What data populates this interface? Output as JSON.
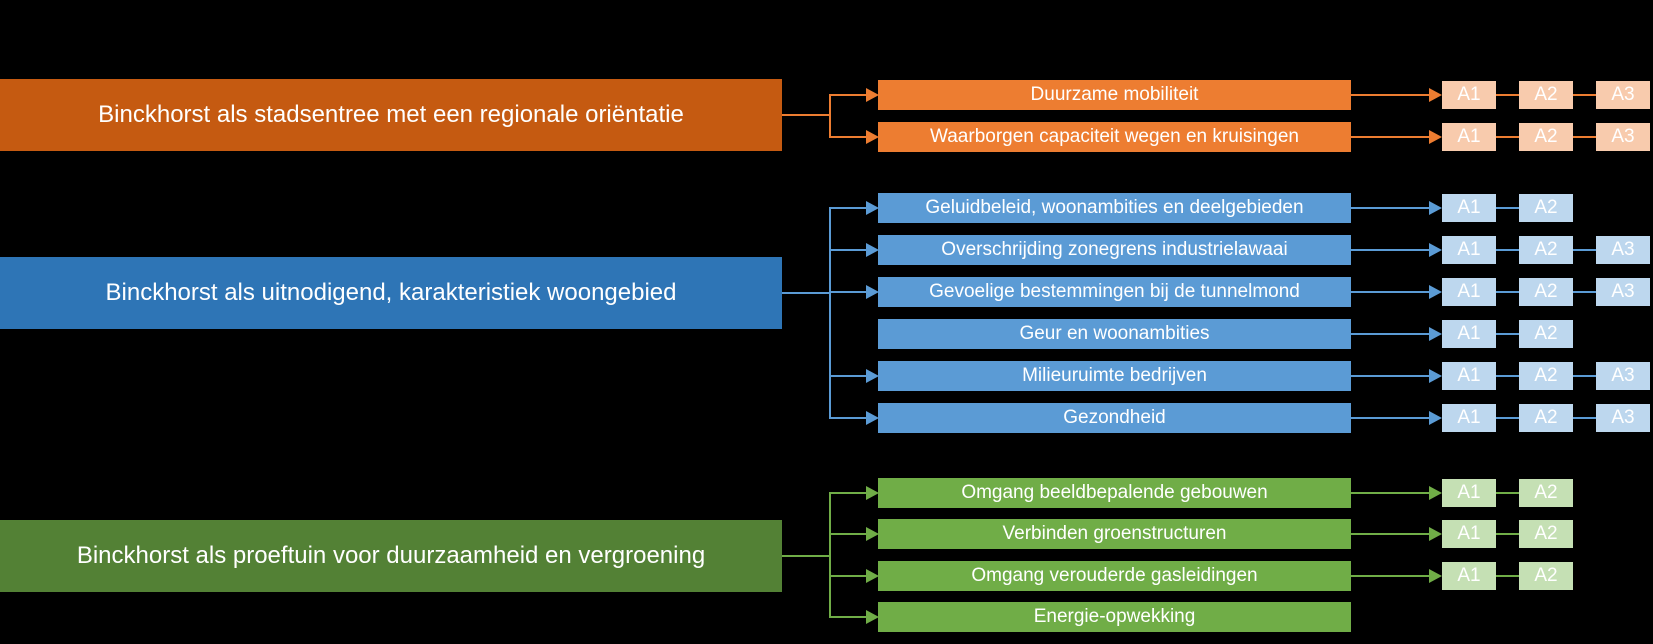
{
  "diagram": {
    "background_color": "#000000",
    "assessment_text_color": "#ffffff",
    "sections": [
      {
        "id": "stadsentree",
        "title": "Binckhorst als stadsentree met een regionale oriëntatie",
        "colors": {
          "main": "#C55A11",
          "topic": "#ED7D31",
          "assessment": "#F8CBAD"
        },
        "rows": [
          {
            "label": "Duurzame mobiliteit",
            "branch_arrow": true,
            "assessments": [
              "A1",
              "A2",
              "A3"
            ]
          },
          {
            "label": "Waarborgen capaciteit wegen en kruisingen",
            "branch_arrow": true,
            "assessments": [
              "A1",
              "A2",
              "A3"
            ]
          }
        ]
      },
      {
        "id": "woongebied",
        "title": "Binckhorst als uitnodigend, karakteristiek woongebied",
        "colors": {
          "main": "#2E75B6",
          "topic": "#5B9BD5",
          "assessment": "#BDD7EE"
        },
        "rows": [
          {
            "label": "Geluidbeleid, woonambities en deelgebieden",
            "branch_arrow": true,
            "assessments": [
              "A1",
              "A2"
            ]
          },
          {
            "label": "Overschrijding zonegrens industrielawaai",
            "branch_arrow": true,
            "assessments": [
              "A1",
              "A2",
              "A3"
            ]
          },
          {
            "label": "Gevoelige bestemmingen bij de tunnelmond",
            "branch_arrow": true,
            "assessments": [
              "A1",
              "A2",
              "A3"
            ]
          },
          {
            "label": "Geur en woonambities",
            "branch_arrow": false,
            "assessments": [
              "A1",
              "A2"
            ]
          },
          {
            "label": "Milieuruimte bedrijven",
            "branch_arrow": true,
            "assessments": [
              "A1",
              "A2",
              "A3"
            ]
          },
          {
            "label": "Gezondheid",
            "branch_arrow": true,
            "assessments": [
              "A1",
              "A2",
              "A3"
            ]
          }
        ]
      },
      {
        "id": "duurzaamheid",
        "title": "Binckhorst als proeftuin voor duurzaamheid en vergroening",
        "colors": {
          "main": "#538135",
          "topic": "#70AD47",
          "assessment": "#C5E0B4"
        },
        "rows": [
          {
            "label": "Omgang beeldbepalende gebouwen",
            "branch_arrow": true,
            "assessments": [
              "A1",
              "A2"
            ]
          },
          {
            "label": "Verbinden groenstructuren",
            "branch_arrow": true,
            "assessments": [
              "A1",
              "A2"
            ]
          },
          {
            "label": "Omgang verouderde gasleidingen",
            "branch_arrow": true,
            "assessments": [
              "A1",
              "A2"
            ]
          },
          {
            "label": "Energie-opwekking",
            "branch_arrow": true,
            "assessments": []
          }
        ]
      }
    ]
  }
}
